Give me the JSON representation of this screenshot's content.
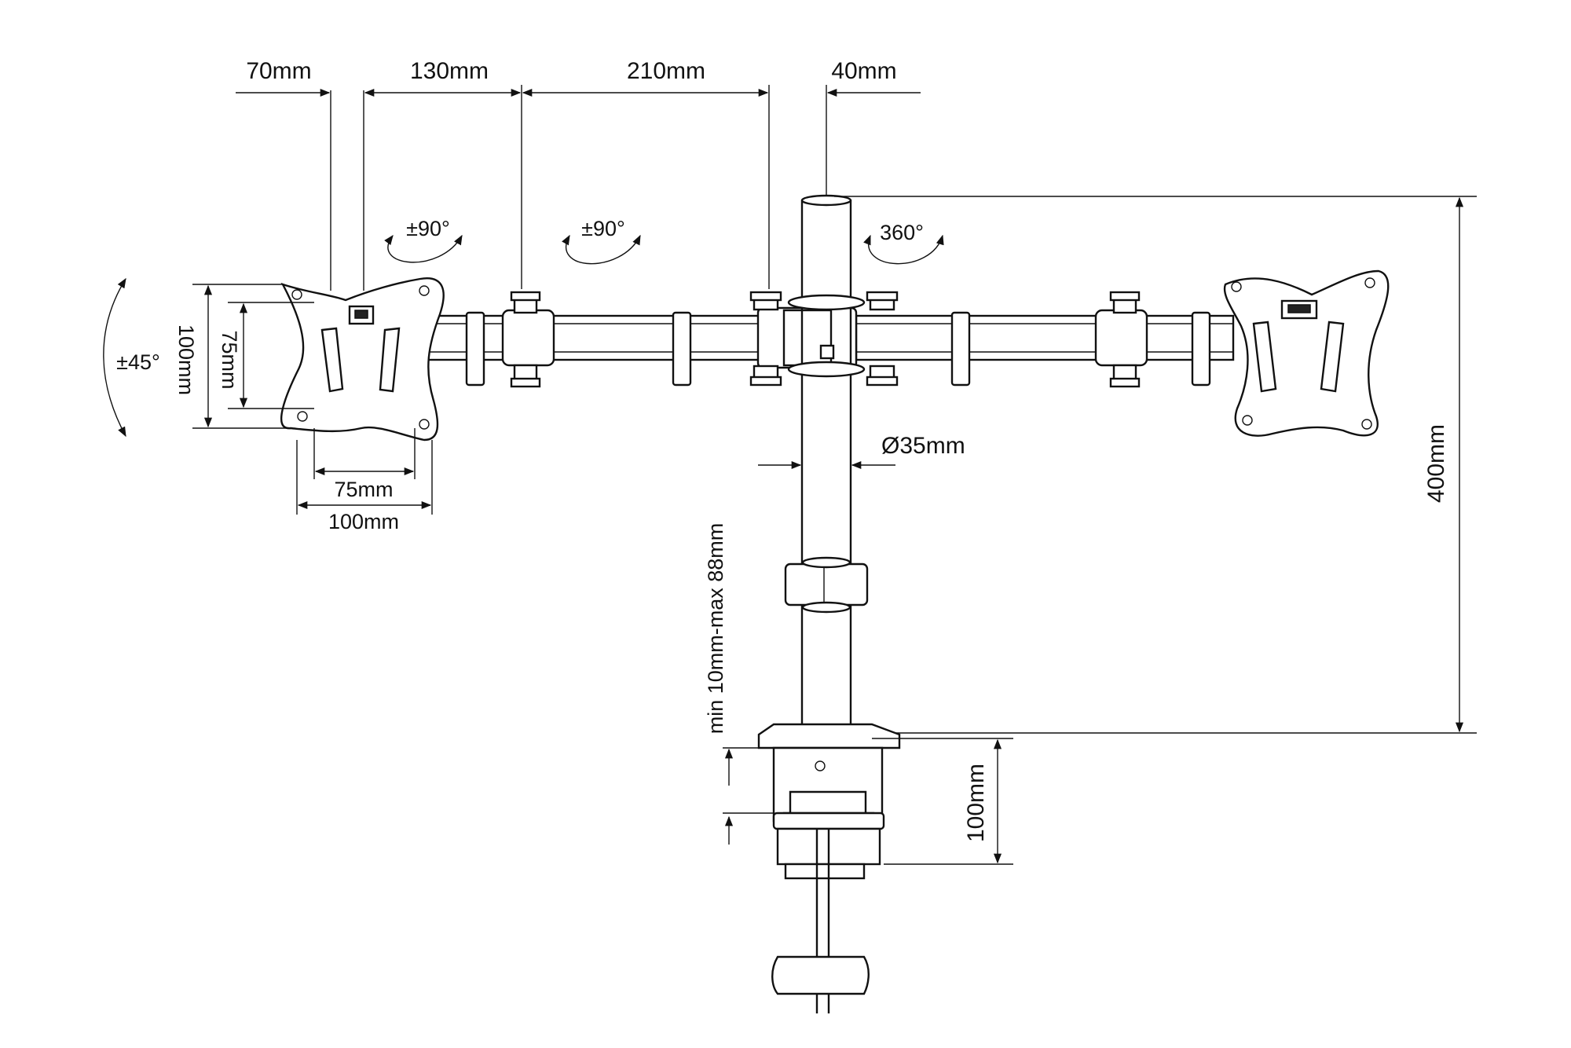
{
  "dimensions": {
    "top_offset_plate": "70mm",
    "top_plate_to_joint": "130mm",
    "top_joint_to_pole": "210mm",
    "top_pole_offset": "40mm",
    "plate_height_outer": "100mm",
    "plate_height_inner": "75mm",
    "plate_width_inner": "75mm",
    "plate_width_outer": "100mm",
    "pole_diameter": "Ø35mm",
    "total_height": "400mm",
    "clamp_range": "min 10mm-max 88mm",
    "clamp_height": "100mm"
  },
  "rotations": {
    "tilt": "±45°",
    "swivel_plate": "±90°",
    "swivel_joint": "±90°",
    "pole_rotation": "360°"
  },
  "colors": {
    "line": "#111111",
    "background": "#ffffff"
  }
}
